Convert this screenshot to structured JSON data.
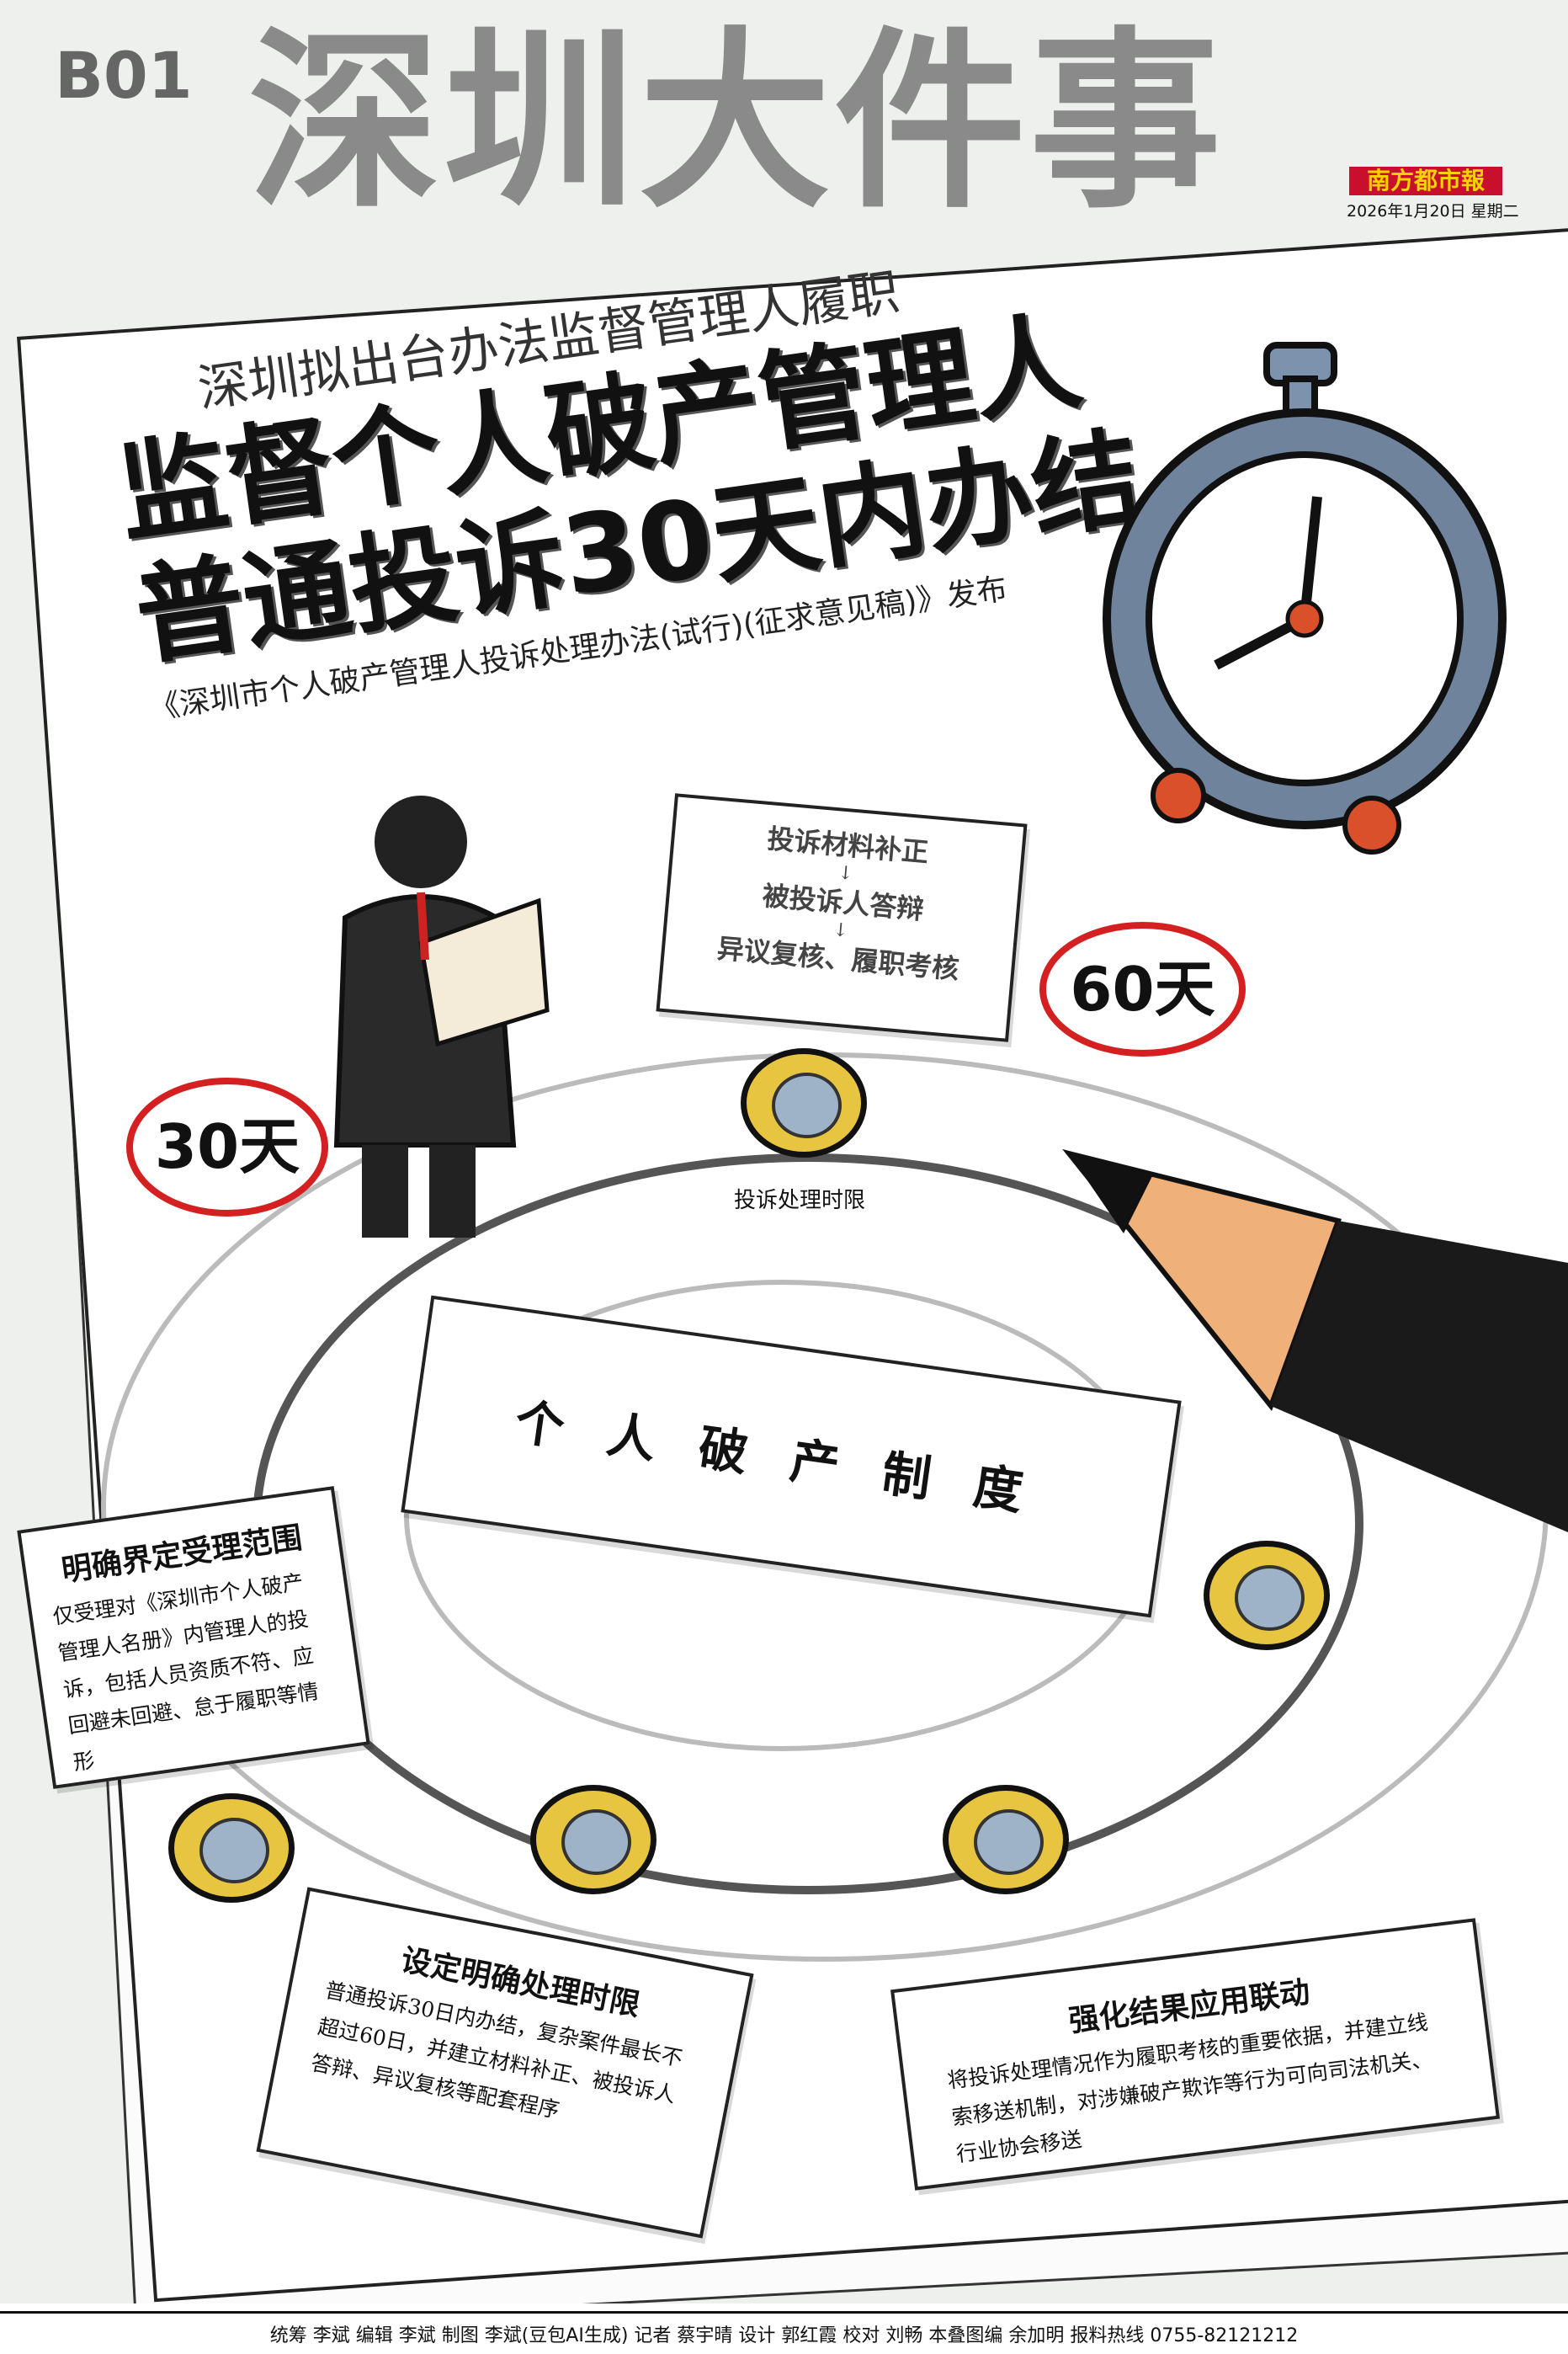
{
  "masthead": {
    "page": "B01",
    "section_title": "深圳大件事",
    "newspaper": "南方都市報",
    "date": "2026年1月20日 星期二"
  },
  "headline": {
    "kicker": "深圳拟出台办法监督管理人履职",
    "line1": "监督个人破产管理人",
    "line2": "普通投诉30天内办结",
    "deck": "《深圳市个人破产管理人投诉处理办法(试行)(征求意见稿)》发布"
  },
  "flow": {
    "step1": "投诉材料补正",
    "arrow": "↓",
    "step2": "被投诉人答辩",
    "step3": "异议复核、履职考核"
  },
  "bubbles": {
    "short": "30天",
    "long": "60天"
  },
  "clock_label": "投诉处理时限",
  "center_card": "个人破产制度",
  "boxes": [
    {
      "title": "明确界定受理范围",
      "body": "仅受理对《深圳市个人破产管理人名册》内管理人的投诉，包括人员资质不符、应回避未回避、怠于履职等情形"
    },
    {
      "title": "设定明确处理时限",
      "body": "普通投诉30日内办结，复杂案件最长不超过60日，并建立材料补正、被投诉人答辩、异议复核等配套程序"
    },
    {
      "title": "强化结果应用联动",
      "body": "将投诉处理情况作为履职考核的重要依据，并建立线索移送机制，对涉嫌破产欺诈等行为可向司法机关、行业协会移送"
    }
  ],
  "credits": "统筹 李斌 编辑 李斌 制图 李斌(豆包AI生成) 记者 蔡宇晴 设计 郭红霞 校对 刘畅 本叠图编 余加明 报料热线 0755-82121212",
  "colors": {
    "brand_red": "#c8102e",
    "logo_yellow": "#f5d200",
    "title_gray": "#8a8a8a",
    "bubble_red": "#d42020"
  }
}
